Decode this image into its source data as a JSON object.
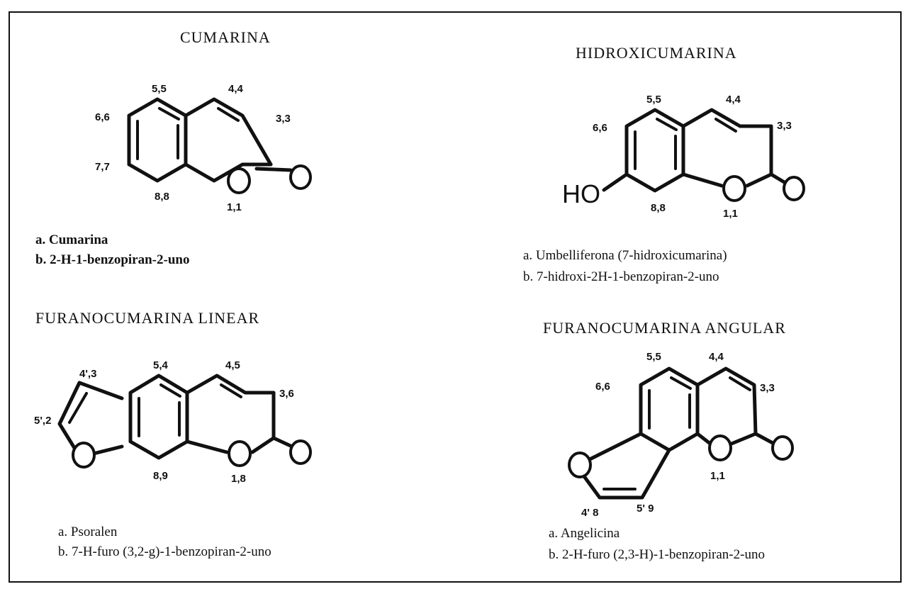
{
  "cumarina": {
    "heading": "CUMARINA",
    "line_a": "a. Cumarina",
    "line_b": "b. 2-H-1-benzopiran-2-uno",
    "labels": {
      "c5": "5,5",
      "c4": "4,4",
      "c3": "3,3",
      "c6": "6,6",
      "c7": "7,7",
      "c8": "8,8",
      "o1": "1,1"
    }
  },
  "hidroxicumarina": {
    "heading": "HIDROXICUMARINA",
    "line_a": "a. Umbelliferona (7-hidroxicumarina)",
    "line_b": "b. 7-hidroxi-2H-1-benzopiran-2-uno",
    "hydroxyl": "HO",
    "labels": {
      "c5": "5,5",
      "c4": "4,4",
      "c3": "3,3",
      "c6": "6,6",
      "c8": "8,8",
      "o1": "1,1"
    }
  },
  "furano_linear": {
    "heading": "FURANOCUMARINA LINEAR",
    "line_a": "a. Psoralen",
    "line_b": "b. 7-H-furo (3,2-g)-1-benzopiran-2-uno",
    "labels": {
      "c4p": "4',3",
      "c5p": "5',2",
      "c5": "5,4",
      "c4": "4,5",
      "c3": "3,6",
      "c8": "8,9",
      "o1": "1,8"
    }
  },
  "furano_angular": {
    "heading": "FURANOCUMARINA ANGULAR",
    "line_a": "a. Angelicina",
    "line_b": "b. 2-H-furo (2,3-H)-1-benzopiran-2-uno",
    "labels": {
      "c5": "5,5",
      "c4": "4,4",
      "c3": "3,3",
      "c6": "6,6",
      "o1": "1,1",
      "c4p": "4' 8",
      "c5p": "5' 9"
    }
  }
}
